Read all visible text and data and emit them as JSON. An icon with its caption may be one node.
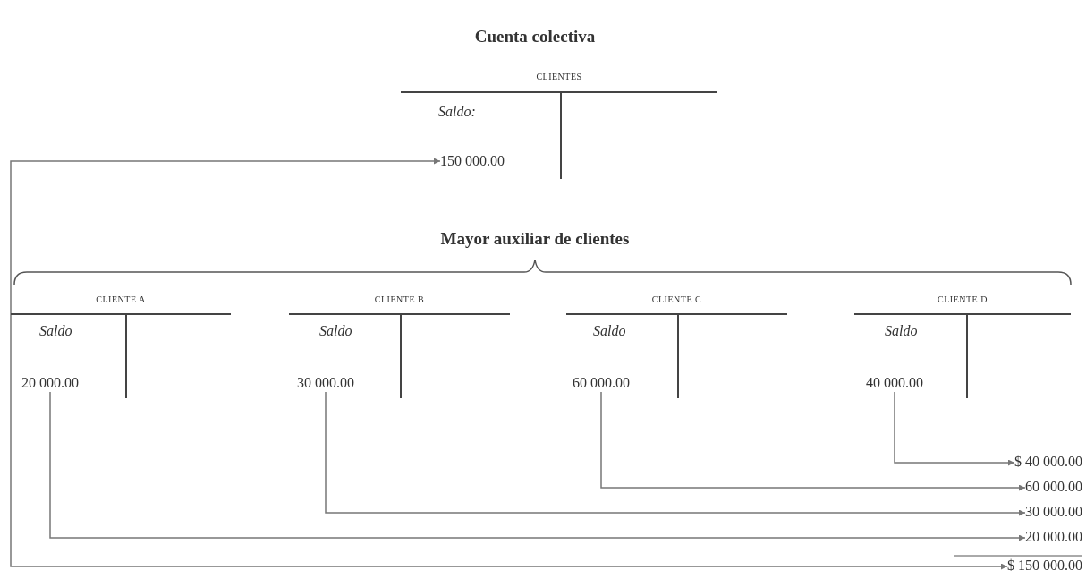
{
  "diagram": {
    "title": "Cuenta colectiva",
    "nodes": [
      {
        "text": [
          "CLIENTES",
          "Saldo:"
        ]
      },
      {
        "text": [
          "150 000.00"
        ],
        "in": 0
      },
      {
        "text": [
          "CLIENTE A",
          "Saldo"
        ]
      },
      {
        "text": [
          "20 000.00"
        ],
        "in": 2
      },
      {
        "text": [
          "CLIENTE B",
          "Saldo"
        ]
      },
      {
        "text": [
          "30 000.00"
        ],
        "in": 4
      },
      {
        "text": [
          "CLIENTE C",
          "Saldo"
        ]
      },
      {
        "text": [
          "60 000.00"
        ],
        "in": 6
      },
      {
        "text": [
          "CLIENTE D",
          "Saldo"
        ]
      },
      {
        "text": [
          "40 000.00"
        ],
        "in": 8
      },
      {
        "text": [
          "$ 40 000.00"
        ]
      },
      {
        "text": [
          "60 000.00"
        ]
      },
      {
        "text": [
          "30 000.00"
        ]
      },
      {
        "text": [
          "20 000.00"
        ]
      },
      {
        "text": [
          "$ 150 000.00"
        ]
      }
    ],
    "edges": [
      {
        "from": 9,
        "to": 10,
        "arrow": "to"
      },
      {
        "from": 7,
        "to": 11,
        "arrow": "to"
      },
      {
        "from": 5,
        "to": 12,
        "arrow": "to"
      },
      {
        "from": 3,
        "to": 13,
        "arrow": "to"
      },
      {
        "from": 14,
        "to": 1,
        "arrow": "both"
      }
    ],
    "labels": [
      "Mayor auxiliar de clientes"
    ]
  }
}
